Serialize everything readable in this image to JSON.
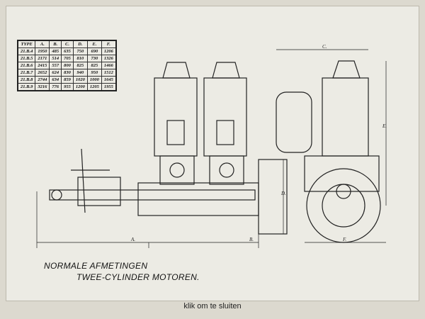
{
  "table": {
    "headers": [
      "TYPE",
      "A.",
      "B.",
      "C.",
      "D.",
      "E.",
      "F."
    ],
    "rows": [
      [
        "21.B.4",
        "1950",
        "485",
        "635",
        "750",
        "690",
        "1206"
      ],
      [
        "21.B.5",
        "2171",
        "514",
        "705",
        "810",
        "730",
        "1326"
      ],
      [
        "21.B.6",
        "2415",
        "557",
        "800",
        "825",
        "825",
        "1466"
      ],
      [
        "21.B.7",
        "2652",
        "624",
        "830",
        "940",
        "950",
        "1512"
      ],
      [
        "21.B.8",
        "2744",
        "634",
        "859",
        "1020",
        "1000",
        "1645"
      ],
      [
        "21.B.9",
        "3216",
        "776",
        "955",
        "1200",
        "1205",
        "1955"
      ]
    ]
  },
  "labels": {
    "A": "A.",
    "B": "B.",
    "C": "C.",
    "D": "D.",
    "E": "E.",
    "F": "F."
  },
  "caption": {
    "line1": "NORMALE AFMETINGEN",
    "line2": "TWEE-CYLINDER MOTOREN."
  },
  "close_label": "klik om te sluiten"
}
